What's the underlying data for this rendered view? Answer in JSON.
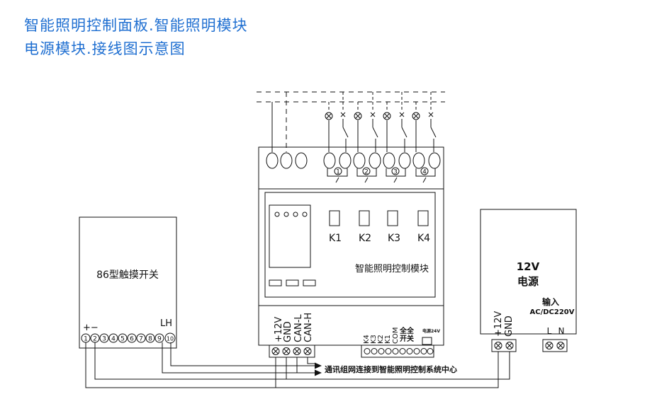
{
  "header": {
    "line1": "智能照明控制面板.智能照明模块",
    "line2": "电源模块.接线图示意图"
  },
  "switch_panel": {
    "name": "86型触摸开关",
    "polarity": "+−",
    "lh_label": "LH",
    "terminals": [
      "1",
      "2",
      "3",
      "4",
      "5",
      "6",
      "7",
      "8",
      "9",
      "10"
    ]
  },
  "module": {
    "name": "智能照明控制模块",
    "circuit_numbers": [
      "1",
      "2",
      "3",
      "4"
    ],
    "keys": [
      "K1",
      "K2",
      "K3",
      "K4"
    ],
    "left_terminal_labels": [
      "+12V",
      "GND",
      "CAN-L",
      "CAN-H"
    ],
    "right_terminal_labels": [
      "K4",
      "K3",
      "K2",
      "K1",
      "COM"
    ],
    "all_on_off": [
      "全全",
      "开关"
    ],
    "power_24v": "电源24V"
  },
  "power_supply": {
    "voltage": "12V",
    "name": "电源",
    "output_labels": [
      "+12V",
      "GND"
    ],
    "input_label": "输入",
    "input_spec": "AC/DC220V",
    "ln_labels": [
      "L",
      "N"
    ]
  },
  "network_note": "通讯组网连接到智能照明控制系统中心",
  "colors": {
    "title": "#1f6fd1",
    "line": "#111111"
  }
}
